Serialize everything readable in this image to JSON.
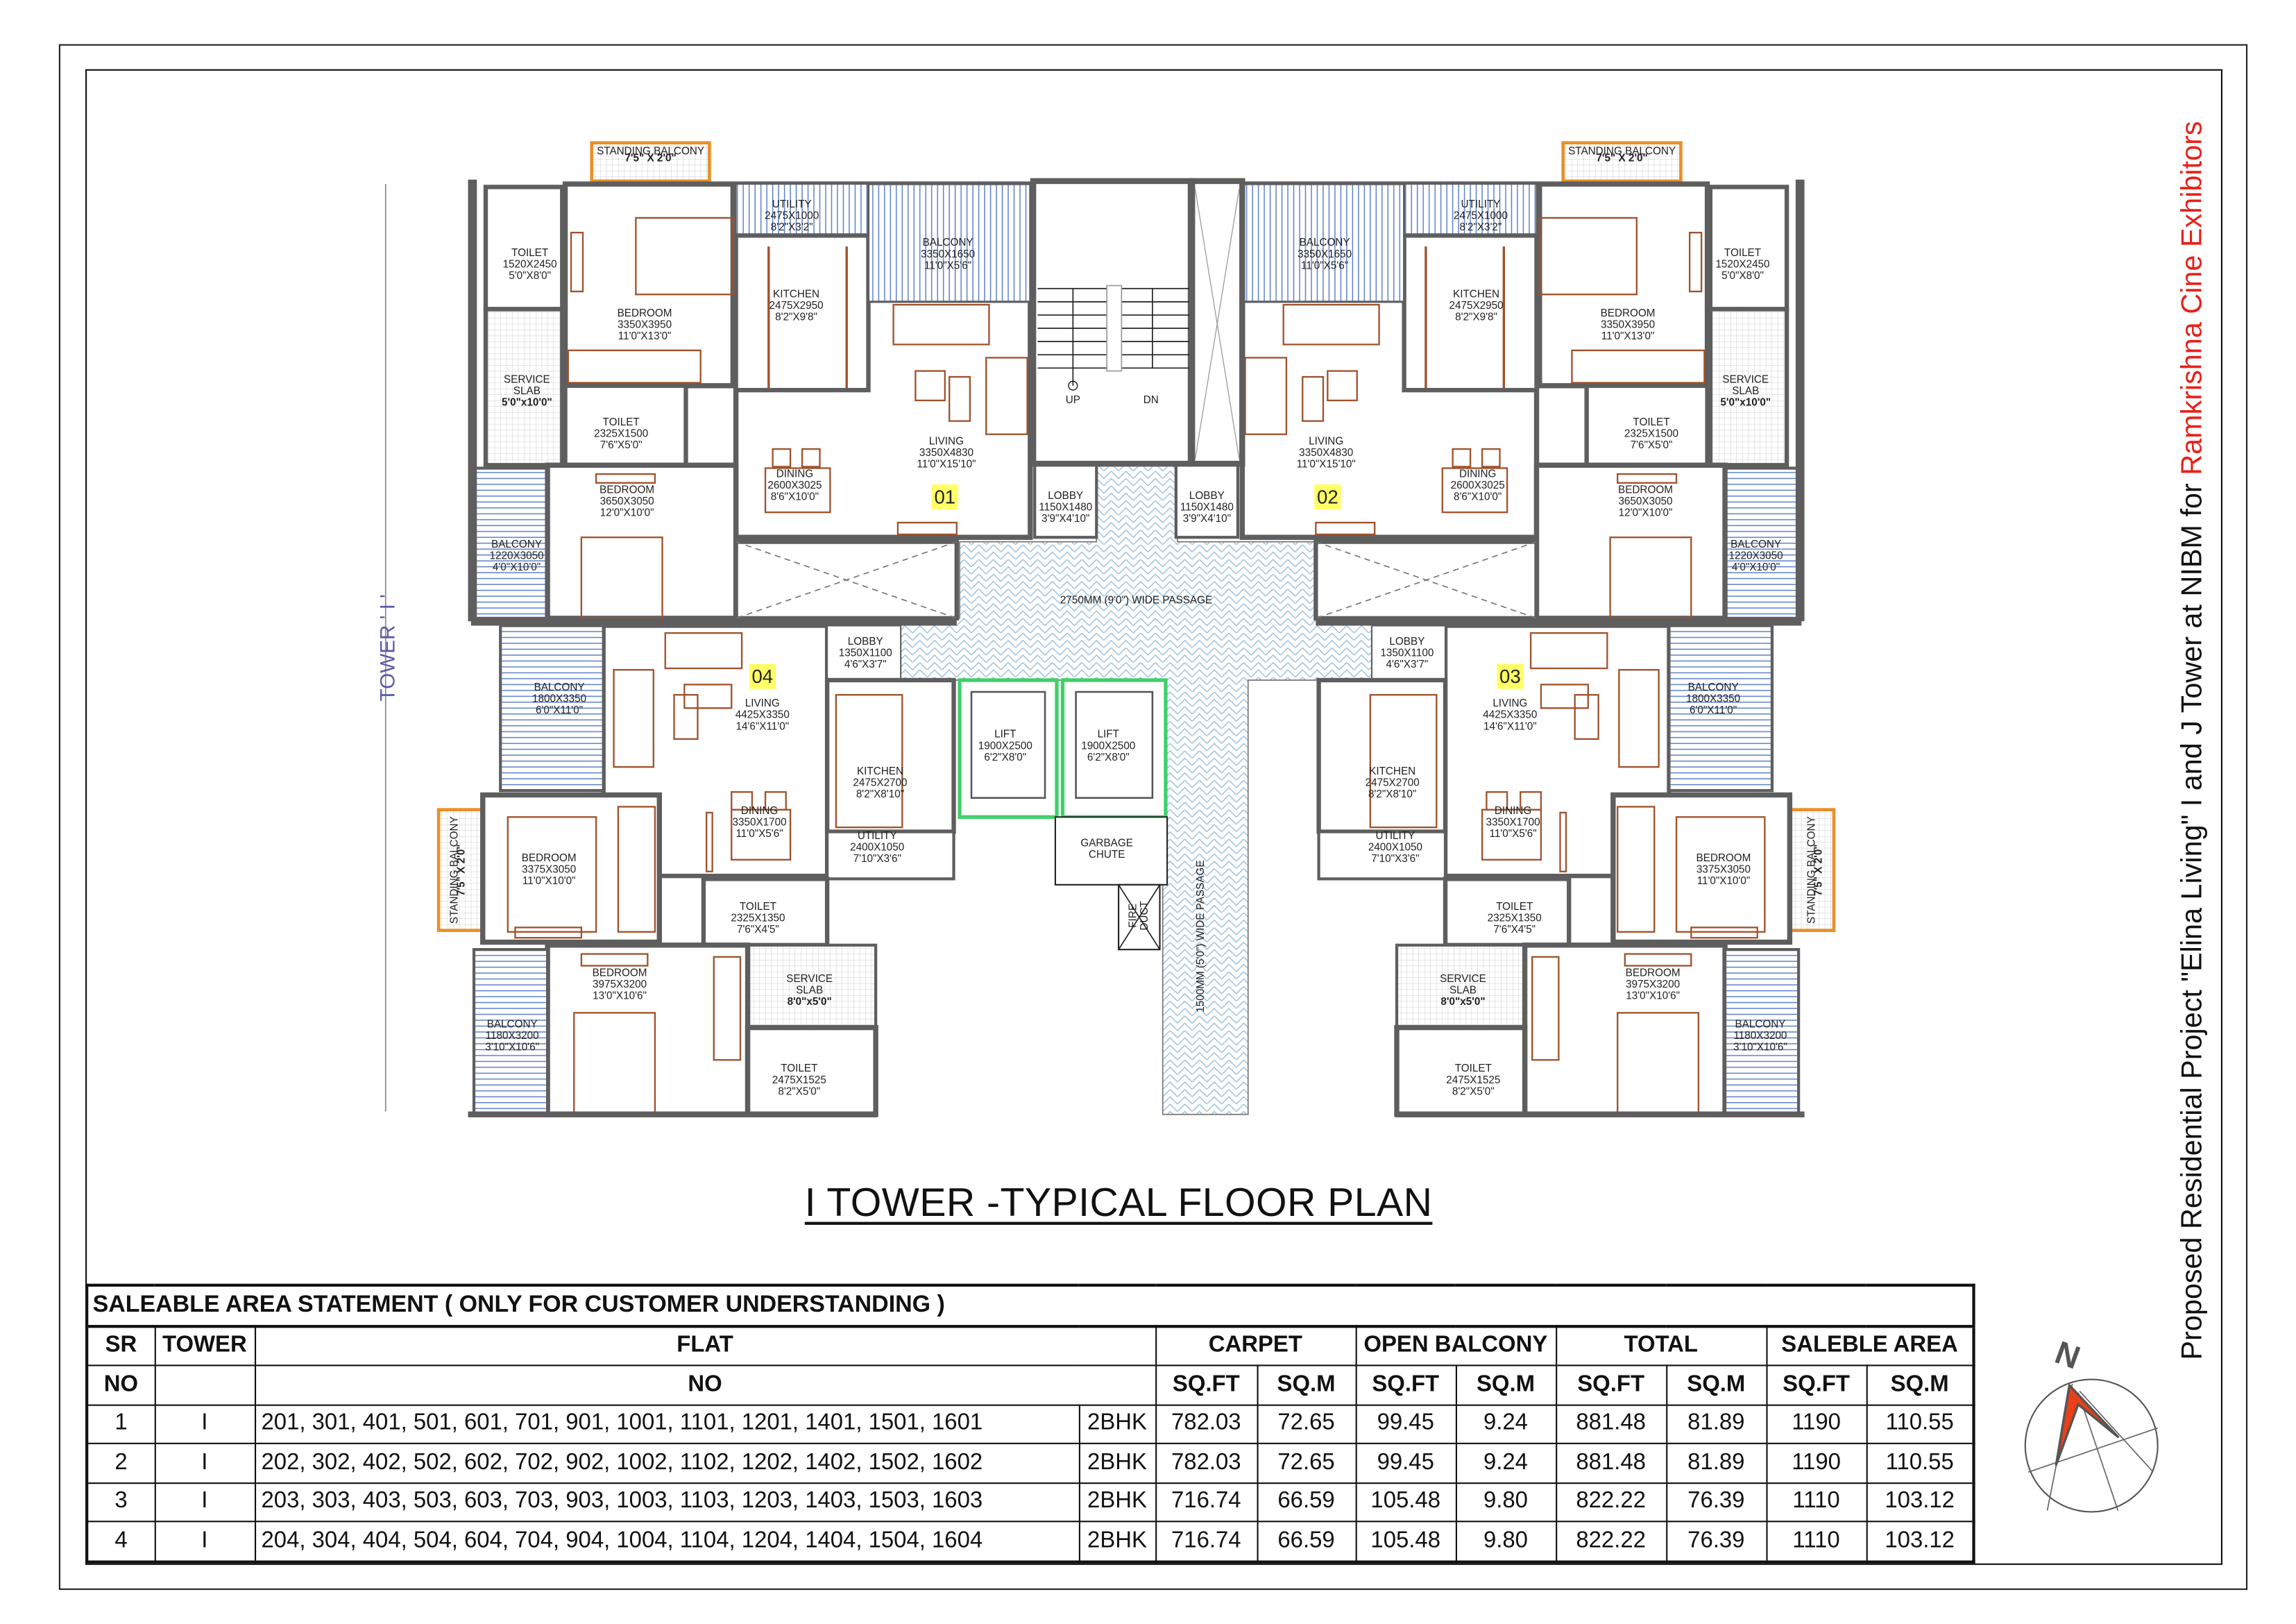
{
  "frame": {
    "project_title_prefix": "Proposed Residential Project \"Elina Living\" I and J Tower at NIBM for ",
    "project_title_client": "Ramkrishna Cine Exhibitors",
    "plan_title": "I TOWER -TYPICAL FLOOR PLAN",
    "compass_label": "N",
    "colors": {
      "client_red": "#e8201a",
      "wall": "#5e5e5e",
      "furniture": "#a0522d",
      "balcony_lines": "#5b7fc7",
      "lift_outline": "#3fd06a",
      "standing_balcony": "#e8902a",
      "flat_badge": "#ffff66"
    }
  },
  "floor_plan": {
    "tower_label": "TOWER ' I '",
    "passage_main": "2750MM (9'0\") WIDE PASSAGE",
    "passage_side": "1500MM (5'0\") WIDE PASSAGE",
    "stair_up": "UP",
    "stair_down": "DN",
    "core": [
      {
        "name_lines": [
          "LIFT"
        ],
        "mm": "1900X2500",
        "ft": "6'2\"X8'0\""
      },
      {
        "name_lines": [
          "LIFT"
        ],
        "mm": "1900X2500",
        "ft": "6'2\"X8'0\""
      },
      {
        "name_lines": [
          "GARBAGE",
          "CHUTE"
        ],
        "mm": "",
        "ft": ""
      },
      {
        "name_lines": [
          "FIRE",
          "DUCT"
        ],
        "mm": "",
        "ft": ""
      }
    ],
    "flats": [
      {
        "number": "01",
        "rooms": [
          {
            "name_lines": [
              "STANDING BALCONY"
            ],
            "mm": "",
            "ft": "7'5\" X 2'0\""
          },
          {
            "name_lines": [
              "TOILET"
            ],
            "mm": "1520X2450",
            "ft": "5'0\"X8'0\""
          },
          {
            "name_lines": [
              "BEDROOM"
            ],
            "mm": "3350X3950",
            "ft": "11'0\"X13'0\""
          },
          {
            "name_lines": [
              "UTILITY"
            ],
            "mm": "2475X1000",
            "ft": "8'2\"X3'2\""
          },
          {
            "name_lines": [
              "KITCHEN"
            ],
            "mm": "2475X2950",
            "ft": "8'2\"X9'8\""
          },
          {
            "name_lines": [
              "BALCONY"
            ],
            "mm": "3350X1650",
            "ft": "11'0\"X5'6\""
          },
          {
            "name_lines": [
              "SERVICE",
              "SLAB"
            ],
            "mm": "",
            "ft": "5'0\"x10'0\""
          },
          {
            "name_lines": [
              "TOILET"
            ],
            "mm": "2325X1500",
            "ft": "7'6\"X5'0\""
          },
          {
            "name_lines": [
              "LIVING"
            ],
            "mm": "3350X4830",
            "ft": "11'0\"X15'10\""
          },
          {
            "name_lines": [
              "DINING"
            ],
            "mm": "2600X3025",
            "ft": "8'6\"X10'0\""
          },
          {
            "name_lines": [
              "BEDROOM"
            ],
            "mm": "3650X3050",
            "ft": "12'0\"X10'0\""
          },
          {
            "name_lines": [
              "BALCONY"
            ],
            "mm": "1220X3050",
            "ft": "4'0\"X10'0\""
          },
          {
            "name_lines": [
              "LOBBY"
            ],
            "mm": "1150X1480",
            "ft": "3'9\"X4'10\""
          }
        ]
      },
      {
        "number": "02",
        "rooms": [
          {
            "name_lines": [
              "STANDING BALCONY"
            ],
            "mm": "",
            "ft": "7'5\" X 2'0\""
          },
          {
            "name_lines": [
              "TOILET"
            ],
            "mm": "1520X2450",
            "ft": "5'0\"X8'0\""
          },
          {
            "name_lines": [
              "BEDROOM"
            ],
            "mm": "3350X3950",
            "ft": "11'0\"X13'0\""
          },
          {
            "name_lines": [
              "UTILITY"
            ],
            "mm": "2475X1000",
            "ft": "8'2\"X3'2\""
          },
          {
            "name_lines": [
              "KITCHEN"
            ],
            "mm": "2475X2950",
            "ft": "8'2\"X9'8\""
          },
          {
            "name_lines": [
              "BALCONY"
            ],
            "mm": "3350X1650",
            "ft": "11'0\"X5'6\""
          },
          {
            "name_lines": [
              "SERVICE",
              "SLAB"
            ],
            "mm": "",
            "ft": "5'0\"x10'0\""
          },
          {
            "name_lines": [
              "TOILET"
            ],
            "mm": "2325X1500",
            "ft": "7'6\"X5'0\""
          },
          {
            "name_lines": [
              "LIVING"
            ],
            "mm": "3350X4830",
            "ft": "11'0\"X15'10\""
          },
          {
            "name_lines": [
              "DINING"
            ],
            "mm": "2600X3025",
            "ft": "8'6\"X10'0\""
          },
          {
            "name_lines": [
              "BEDROOM"
            ],
            "mm": "3650X3050",
            "ft": "12'0\"X10'0\""
          },
          {
            "name_lines": [
              "BALCONY"
            ],
            "mm": "1220X3050",
            "ft": "4'0\"X10'0\""
          },
          {
            "name_lines": [
              "LOBBY"
            ],
            "mm": "1150X1480",
            "ft": "3'9\"X4'10\""
          }
        ]
      },
      {
        "number": "03",
        "rooms": [
          {
            "name_lines": [
              "LOBBY"
            ],
            "mm": "1350X1100",
            "ft": "4'6\"X3'7\""
          },
          {
            "name_lines": [
              "LIVING"
            ],
            "mm": "4425X3350",
            "ft": "14'6\"X11'0\""
          },
          {
            "name_lines": [
              "BALCONY"
            ],
            "mm": "1800X3350",
            "ft": "6'0\"X11'0\""
          },
          {
            "name_lines": [
              "KITCHEN"
            ],
            "mm": "2475X2700",
            "ft": "8'2\"X8'10\""
          },
          {
            "name_lines": [
              "DINING"
            ],
            "mm": "3350X1700",
            "ft": "11'0\"X5'6\""
          },
          {
            "name_lines": [
              "UTILITY"
            ],
            "mm": "2400X1050",
            "ft": "7'10\"X3'6\""
          },
          {
            "name_lines": [
              "BEDROOM"
            ],
            "mm": "3375X3050",
            "ft": "11'0\"X10'0\""
          },
          {
            "name_lines": [
              "STANDING BALCONY"
            ],
            "mm": "",
            "ft": "7'5\" X 2'0\""
          },
          {
            "name_lines": [
              "TOILET"
            ],
            "mm": "2325X1350",
            "ft": "7'6\"X4'5\""
          },
          {
            "name_lines": [
              "SERVICE",
              "SLAB"
            ],
            "mm": "",
            "ft": "8'0\"x5'0\""
          },
          {
            "name_lines": [
              "BEDROOM"
            ],
            "mm": "3975X3200",
            "ft": "13'0\"X10'6\""
          },
          {
            "name_lines": [
              "BALCONY"
            ],
            "mm": "1180X3200",
            "ft": "3'10\"X10'6\""
          },
          {
            "name_lines": [
              "TOILET"
            ],
            "mm": "2475X1525",
            "ft": "8'2\"X5'0\""
          }
        ]
      },
      {
        "number": "04",
        "rooms": [
          {
            "name_lines": [
              "LOBBY"
            ],
            "mm": "1350X1100",
            "ft": "4'6\"X3'7\""
          },
          {
            "name_lines": [
              "LIVING"
            ],
            "mm": "4425X3350",
            "ft": "14'6\"X11'0\""
          },
          {
            "name_lines": [
              "BALCONY"
            ],
            "mm": "1800X3350",
            "ft": "6'0\"X11'0\""
          },
          {
            "name_lines": [
              "KITCHEN"
            ],
            "mm": "2475X2700",
            "ft": "8'2\"X8'10\""
          },
          {
            "name_lines": [
              "DINING"
            ],
            "mm": "3350X1700",
            "ft": "11'0\"X5'6\""
          },
          {
            "name_lines": [
              "UTILITY"
            ],
            "mm": "2400X1050",
            "ft": "7'10\"X3'6\""
          },
          {
            "name_lines": [
              "BEDROOM"
            ],
            "mm": "3375X3050",
            "ft": "11'0\"X10'0\""
          },
          {
            "name_lines": [
              "STANDING BALCONY"
            ],
            "mm": "",
            "ft": "7'5\" X 2'0\""
          },
          {
            "name_lines": [
              "TOILET"
            ],
            "mm": "2325X1350",
            "ft": "7'6\"X4'5\""
          },
          {
            "name_lines": [
              "SERVICE",
              "SLAB"
            ],
            "mm": "",
            "ft": "8'0\"x5'0\""
          },
          {
            "name_lines": [
              "BEDROOM"
            ],
            "mm": "3975X3200",
            "ft": "13'0\"X10'6\""
          },
          {
            "name_lines": [
              "BALCONY"
            ],
            "mm": "1180X3200",
            "ft": "3'10\"X10'6\""
          },
          {
            "name_lines": [
              "TOILET"
            ],
            "mm": "2475X1525",
            "ft": "8'2\"X5'0\""
          }
        ]
      }
    ]
  },
  "area_statement": {
    "title": "SALEABLE AREA STATEMENT ( ONLY FOR CUSTOMER UNDERSTANDING )",
    "headers": {
      "sr": "SR",
      "tower": "TOWER",
      "flat": "FLAT",
      "carpet": "CARPET",
      "open_balcony": "OPEN BALCONY",
      "total": "TOTAL",
      "saleable": "SALEBLE AREA",
      "no": "NO",
      "flat_no": "NO",
      "sqft": "SQ.FT",
      "sqm": "SQ.M"
    },
    "rows": [
      {
        "sr": "1",
        "tower": "I",
        "flats": "201, 301, 401, 501, 601, 701, 901, 1001, 1101, 1201, 1401, 1501, 1601",
        "type": "2BHK",
        "carpet_sqft": "782.03",
        "carpet_sqm": "72.65",
        "balcony_sqft": "99.45",
        "balcony_sqm": "9.24",
        "total_sqft": "881.48",
        "total_sqm": "81.89",
        "saleable_sqft": "1190",
        "saleable_sqm": "110.55"
      },
      {
        "sr": "2",
        "tower": "I",
        "flats": "202, 302, 402, 502, 602, 702, 902, 1002, 1102, 1202, 1402, 1502, 1602",
        "type": "2BHK",
        "carpet_sqft": "782.03",
        "carpet_sqm": "72.65",
        "balcony_sqft": "99.45",
        "balcony_sqm": "9.24",
        "total_sqft": "881.48",
        "total_sqm": "81.89",
        "saleable_sqft": "1190",
        "saleable_sqm": "110.55"
      },
      {
        "sr": "3",
        "tower": "I",
        "flats": "203, 303, 403, 503, 603, 703, 903, 1003, 1103, 1203, 1403, 1503, 1603",
        "type": "2BHK",
        "carpet_sqft": "716.74",
        "carpet_sqm": "66.59",
        "balcony_sqft": "105.48",
        "balcony_sqm": "9.80",
        "total_sqft": "822.22",
        "total_sqm": "76.39",
        "saleable_sqft": "1110",
        "saleable_sqm": "103.12"
      },
      {
        "sr": "4",
        "tower": "I",
        "flats": "204, 304, 404, 504, 604, 704, 904, 1004, 1104, 1204, 1404, 1504, 1604",
        "type": "2BHK",
        "carpet_sqft": "716.74",
        "carpet_sqm": "66.59",
        "balcony_sqft": "105.48",
        "balcony_sqm": "9.80",
        "total_sqft": "822.22",
        "total_sqm": "76.39",
        "saleable_sqft": "1110",
        "saleable_sqm": "103.12"
      }
    ]
  }
}
